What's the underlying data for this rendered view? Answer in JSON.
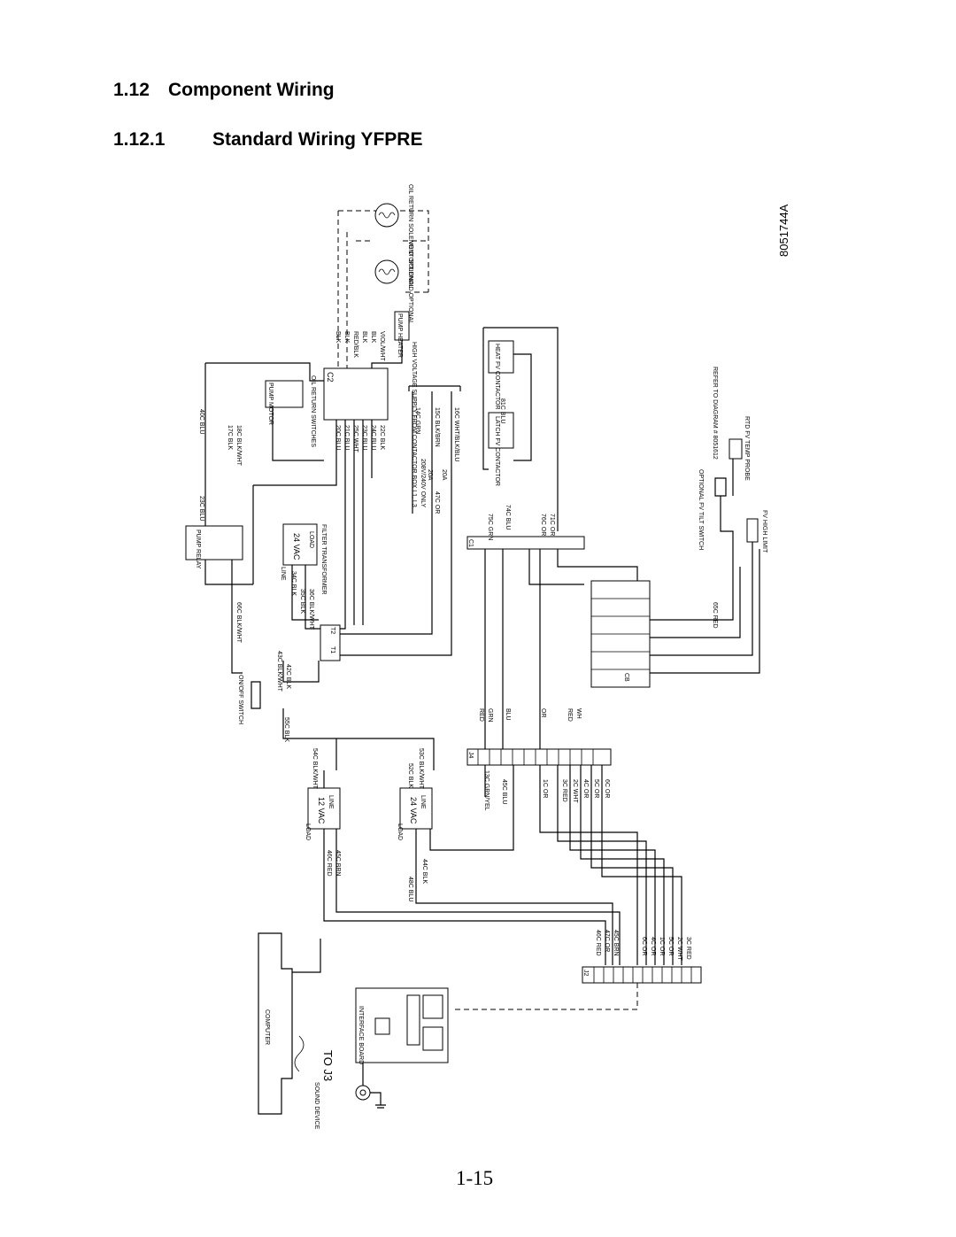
{
  "header": {
    "section_num": "1.12",
    "section_title": "Component Wiring",
    "subsection_num": "1.12.1",
    "subsection_title": "Standard Wiring YFPRE"
  },
  "drawing_number": "8051744A",
  "page_number": "1-15",
  "labels": {
    "oil_return_solenoid": "OIL RETURN SOLENOID OPTIONAL",
    "vent_solenoid": "VENT SOLENOID OPTIONAL",
    "pump_heater": "PUMP HEATER",
    "pump_motor": "PUMP MOTOR",
    "oil_return_switches": "OIL RETURN SWITCHES",
    "high_voltage": "HIGH VOLTAGE SUPPLY FROM CONTACTOR BOX L1, L3",
    "pump_relay": "PUMP RELAY",
    "filter_transformer": "FILTER TRANSFORMER",
    "vac_24": "24 VAC",
    "vac_12": "12 VAC",
    "line": "LINE",
    "load": "LOAD",
    "on_off_switch": "ON/OFF SWITCH",
    "only_208_240": "208V/240V ONLY",
    "fuse_20a": "20A",
    "heat_contactor": "HEAT FV CONTACTOR",
    "latch_contactor": "LATCH FV CONTACTOR",
    "refer_to_diagram": "REFER TO DIAGRAM # 8051612",
    "fv_tilt_switch": "OPTIONAL FV TILT SWITCH",
    "rtd_probe": "RTD FV TEMP PROBE",
    "fv_high_limit": "FV HIGH LIMIT",
    "computer": "COMPUTER",
    "to_j3": "TO J3",
    "interface_board": "INTERFACE BOARD",
    "sound_device": "SOUND DEVICE",
    "c1": "C1",
    "c2": "C2",
    "j4": "J4",
    "j2": "J2",
    "cb": "CB",
    "t1": "T1",
    "t2": "T2"
  },
  "wire_labels": {
    "c2_side": [
      "20C BLU",
      "21C BLU",
      "25C WHT",
      "23C BLU",
      "24C BLU",
      "22C BLK"
    ],
    "c2_top": [
      "BLK",
      "BLK",
      "RED/BLK",
      "BLK",
      "BLK",
      "VIOL/WHT"
    ],
    "high_voltage_wires": [
      "14C GRN",
      "15C BLK/BRN",
      "16C WHT/BLK/BLU"
    ],
    "c1_wires": [
      "75C GRN",
      "74C BLU",
      "76C OR",
      "71C OR"
    ],
    "j4_wires": [
      "RED",
      "GRN",
      "BLU",
      "OR",
      "RED",
      "WH"
    ],
    "j2_wires": [
      "46C RED",
      "47C OR",
      "45C BRN",
      "6C OR",
      "4C OR",
      "1C OR",
      "5C OR",
      "2C WHT",
      "3C RED"
    ],
    "misc": [
      "40C BLU",
      "17C BLK",
      "18C BLK/WHT",
      "23C BLU",
      "66C BLK/WHT",
      "34C BLK",
      "35C BLK",
      "36C BLK/WHT",
      "43C BLK/WHT",
      "42C BLK",
      "55C BLK",
      "54C BLK/WHT",
      "53C BLK/WHT",
      "52C BLK",
      "46C RED",
      "45C BRN",
      "47C OR",
      "48C BLU",
      "44C BLK",
      "13C GRN/YEL",
      "45C BLU",
      "1C OR",
      "3C RED",
      "2C WHT",
      "4C OR",
      "5C OR",
      "6C OR",
      "65C RED",
      "81C BLU"
    ]
  }
}
